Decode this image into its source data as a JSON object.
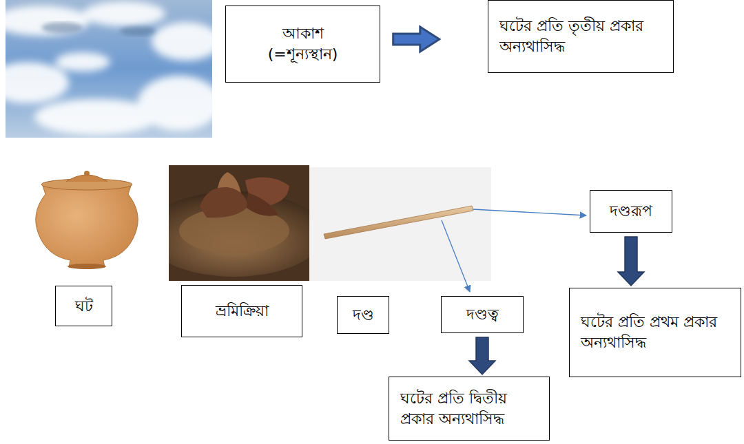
{
  "diagram": {
    "nodes": [
      {
        "text": [
          "আকাশ (=শূন্যস্থান)"
        ]
      },
      {
        "text": [
          "ঘটের প্রতি তৃতীয় প্রকার অন্যথাসিদ্ধ"
        ]
      },
      {
        "text": [
          "দণ্ডরূপ"
        ]
      },
      {
        "text": [
          "ঘট"
        ]
      },
      {
        "text": [
          "ভ্রমিক্রিয়া"
        ]
      },
      {
        "text": [
          "দণ্ড"
        ]
      },
      {
        "text": [
          "দণ্ডত্ব"
        ]
      },
      {
        "text": [
          "ঘটের প্রতি প্রথম প্রকার অন্যথাসিদ্ধ"
        ]
      },
      {
        "text": [
          "ঘটের প্রতি দ্বিতীয় প্রকার অন্যথাসিদ্ধ"
        ]
      }
    ],
    "edges": [
      {
        "from": 0,
        "to": 1,
        "arrow": "to"
      },
      {
        "from": 2,
        "to": 7,
        "arrow": "to"
      },
      {
        "from": 6,
        "to": 8,
        "arrow": "to"
      }
    ]
  }
}
